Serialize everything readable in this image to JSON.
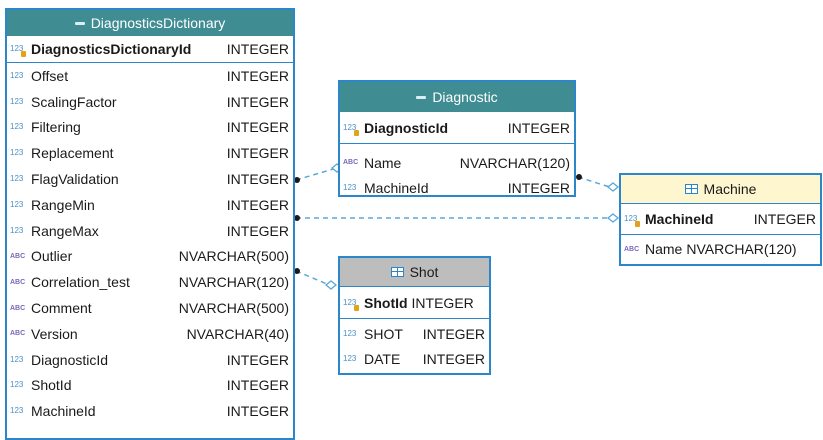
{
  "type_icons": {
    "numeric": "123",
    "text": "ABC"
  },
  "entities": {
    "diagnostics_dictionary": {
      "title": "DiagnosticsDictionary",
      "pk": {
        "name": "DiagnosticsDictionaryId",
        "type": "INTEGER"
      },
      "columns": [
        {
          "name": "Offset",
          "type": "INTEGER"
        },
        {
          "name": "ScalingFactor",
          "type": "INTEGER"
        },
        {
          "name": "Filtering",
          "type": "INTEGER"
        },
        {
          "name": "Replacement",
          "type": "INTEGER"
        },
        {
          "name": "FlagValidation",
          "type": "INTEGER"
        },
        {
          "name": "RangeMin",
          "type": "INTEGER"
        },
        {
          "name": "RangeMax",
          "type": "INTEGER"
        },
        {
          "name": "Outlier",
          "type": "NVARCHAR(500)"
        },
        {
          "name": "Correlation_test",
          "type": "NVARCHAR(120)"
        },
        {
          "name": "Comment",
          "type": "NVARCHAR(500)"
        },
        {
          "name": "Version",
          "type": "NVARCHAR(40)"
        },
        {
          "name": "DiagnosticId",
          "type": "INTEGER"
        },
        {
          "name": "ShotId",
          "type": "INTEGER"
        },
        {
          "name": "MachineId",
          "type": "INTEGER"
        }
      ]
    },
    "diagnostic": {
      "title": "Diagnostic",
      "pk": {
        "name": "DiagnosticId",
        "type": "INTEGER"
      },
      "columns": [
        {
          "name": "Name",
          "type": "NVARCHAR(120)"
        },
        {
          "name": "MachineId",
          "type": "INTEGER"
        }
      ]
    },
    "machine": {
      "title": "Machine",
      "pk": {
        "name": "MachineId",
        "type": "INTEGER"
      },
      "columns": [
        {
          "name": "Name",
          "type": "NVARCHAR(120)"
        }
      ]
    },
    "shot": {
      "title": "Shot",
      "pk": {
        "name": "ShotId",
        "type": "INTEGER"
      },
      "columns": [
        {
          "name": "SHOT",
          "type": "INTEGER"
        },
        {
          "name": "DATE",
          "type": "INTEGER"
        }
      ]
    }
  },
  "colors": {
    "border": "#2b87c9",
    "header_teal": "#3f8c92",
    "header_yellow": "#fdf6cf",
    "header_gray": "#bdbdbd",
    "connector": "#5aa8d8",
    "key_icon": "#e0a416"
  }
}
